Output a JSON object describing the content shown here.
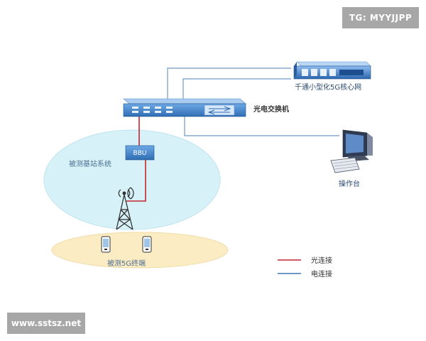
{
  "watermarks": {
    "top_right": "TG: MYYJJPP",
    "bottom_left": "www.sstsz.net"
  },
  "diagram": {
    "core_network": "千通小型化5G核心网",
    "switch": "光电交换机",
    "bbu": "BBU",
    "base_station_system": "被测基站系统",
    "console": "操作台",
    "terminals": "被测5G终端"
  },
  "legend": {
    "optical": "光连接",
    "electrical": "电连接"
  },
  "colors": {
    "optical_line": "#c4262e",
    "electrical_line": "#3f77b5",
    "cell_fill": "#d6f2f8",
    "terminal_fill": "#fbecc3",
    "device_blue": "#3f7fc8"
  }
}
